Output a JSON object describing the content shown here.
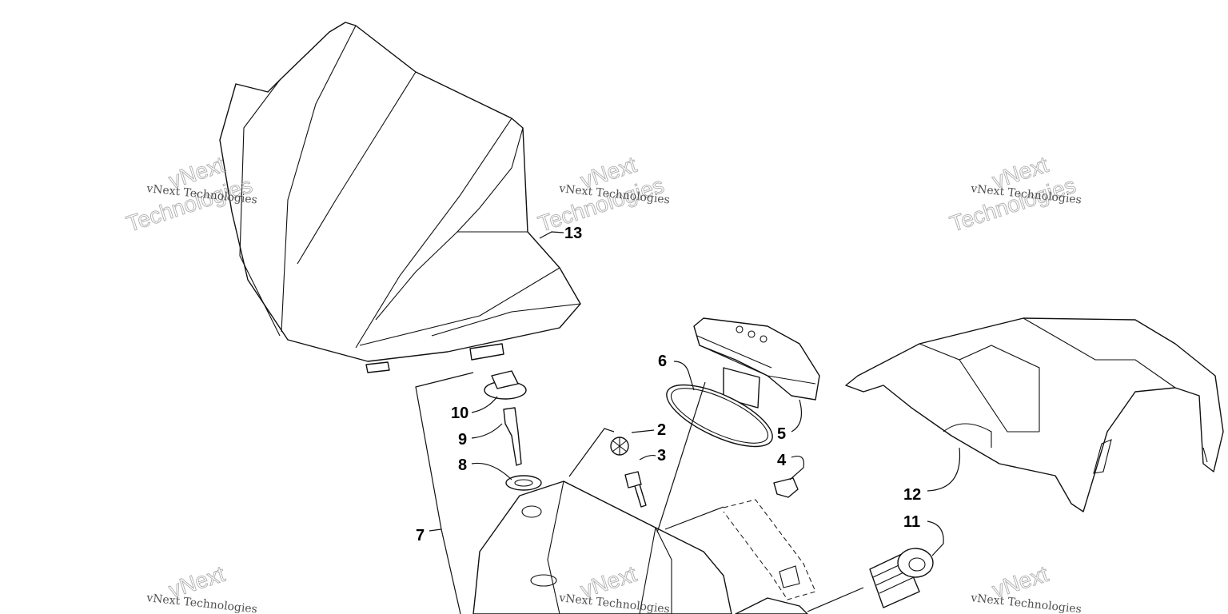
{
  "watermark": {
    "line1": "vNext Technologies",
    "outline_top": "vNext",
    "outline_bottom": "Technologies"
  },
  "callouts": {
    "c2": "2",
    "c3": "3",
    "c4": "4",
    "c5": "5",
    "c6": "6",
    "c7": "7",
    "c8": "8",
    "c9": "9",
    "c10": "10",
    "c11": "11",
    "c12": "12",
    "c13": "13"
  },
  "colors": {
    "ink": "#111111",
    "watermark": "#9a9a9a",
    "background": "#ffffff"
  }
}
